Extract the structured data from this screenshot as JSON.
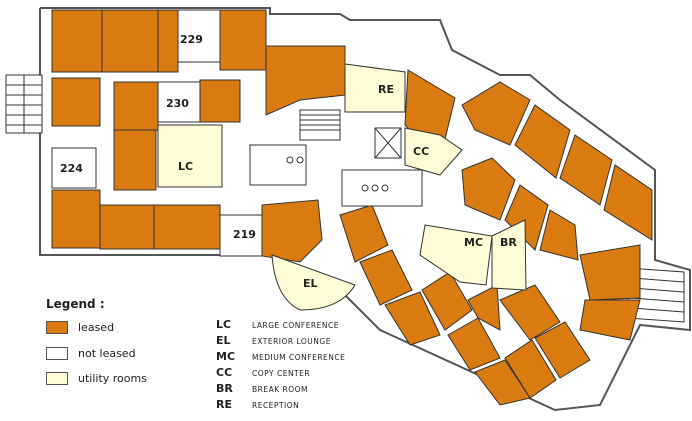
{
  "colors": {
    "leased": "#d97b10",
    "not_leased": "#ffffff",
    "utility": "#fdfcd6",
    "wall": "#333333",
    "corridor": "#ffffff"
  },
  "rooms": {
    "r229": "229",
    "r230": "230",
    "r224": "224",
    "r219": "219",
    "lc": "LC",
    "re": "RE",
    "cc": "CC",
    "mc": "MC",
    "br": "BR",
    "el": "EL"
  },
  "legend": {
    "title": "Legend :",
    "items": [
      {
        "label": "leased",
        "color": "#d97b10"
      },
      {
        "label": "not leased",
        "color": "#ffffff"
      },
      {
        "label": "utility rooms",
        "color": "#fdfcd6"
      }
    ]
  },
  "abbreviations": [
    {
      "code": "LC",
      "meaning": "LARGE CONFERENCE"
    },
    {
      "code": "EL",
      "meaning": "EXTERIOR LOUNGE"
    },
    {
      "code": "MC",
      "meaning": "MEDIUM CONFERENCE"
    },
    {
      "code": "CC",
      "meaning": "COPY CENTER"
    },
    {
      "code": "BR",
      "meaning": "BREAK ROOM"
    },
    {
      "code": "RE",
      "meaning": "RECEPTION"
    }
  ]
}
